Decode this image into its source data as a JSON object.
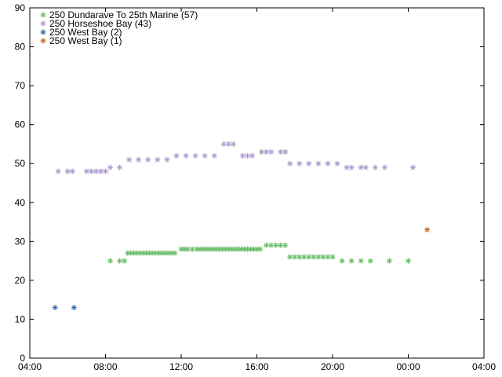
{
  "chart_data": {
    "type": "scatter",
    "title": "",
    "xlabel": "",
    "ylabel": "",
    "grid": false,
    "legend": "top-left",
    "xlim": [
      "04:00",
      "28:00"
    ],
    "ylim": [
      0,
      90
    ],
    "x_ticks": [
      "04:00",
      "08:00",
      "12:00",
      "16:00",
      "20:00",
      "00:00",
      "04:00"
    ],
    "y_ticks": [
      "0",
      "10",
      "20",
      "30",
      "40",
      "50",
      "60",
      "70",
      "80",
      "90"
    ],
    "marker": "asterisk",
    "series": [
      {
        "name": "250 Dundarave To 25th  Marine (57)",
        "color": "#66bb66",
        "points": [
          [
            "08:15",
            25
          ],
          [
            "08:45",
            25
          ],
          [
            "09:00",
            25
          ],
          [
            "09:10",
            27
          ],
          [
            "09:20",
            27
          ],
          [
            "09:30",
            27
          ],
          [
            "09:40",
            27
          ],
          [
            "09:50",
            27
          ],
          [
            "10:00",
            27
          ],
          [
            "10:10",
            27
          ],
          [
            "10:20",
            27
          ],
          [
            "10:30",
            27
          ],
          [
            "10:40",
            27
          ],
          [
            "10:50",
            27
          ],
          [
            "11:00",
            27
          ],
          [
            "11:10",
            27
          ],
          [
            "11:20",
            27
          ],
          [
            "11:30",
            27
          ],
          [
            "11:40",
            27
          ],
          [
            "12:00",
            28
          ],
          [
            "12:10",
            28
          ],
          [
            "12:20",
            28
          ],
          [
            "12:35",
            28
          ],
          [
            "12:50",
            28
          ],
          [
            "13:00",
            28
          ],
          [
            "13:10",
            28
          ],
          [
            "13:20",
            28
          ],
          [
            "13:30",
            28
          ],
          [
            "13:40",
            28
          ],
          [
            "13:50",
            28
          ],
          [
            "14:00",
            28
          ],
          [
            "14:10",
            28
          ],
          [
            "14:20",
            28
          ],
          [
            "14:30",
            28
          ],
          [
            "14:40",
            28
          ],
          [
            "14:50",
            28
          ],
          [
            "15:00",
            28
          ],
          [
            "15:10",
            28
          ],
          [
            "15:20",
            28
          ],
          [
            "15:30",
            28
          ],
          [
            "15:40",
            28
          ],
          [
            "15:50",
            28
          ],
          [
            "16:00",
            28
          ],
          [
            "16:10",
            28
          ],
          [
            "16:30",
            29
          ],
          [
            "16:45",
            29
          ],
          [
            "17:00",
            29
          ],
          [
            "17:15",
            29
          ],
          [
            "17:30",
            29
          ],
          [
            "17:45",
            26
          ],
          [
            "18:00",
            26
          ],
          [
            "18:15",
            26
          ],
          [
            "18:30",
            26
          ],
          [
            "18:45",
            26
          ],
          [
            "19:00",
            26
          ],
          [
            "19:15",
            26
          ],
          [
            "19:30",
            26
          ],
          [
            "19:45",
            26
          ],
          [
            "20:00",
            26
          ]
        ]
      },
      {
        "name": "250 Horseshoe Bay (43)",
        "color": "#aa99cc",
        "points": [
          [
            "05:30",
            48
          ],
          [
            "06:00",
            48
          ],
          [
            "06:15",
            48
          ],
          [
            "07:00",
            48
          ],
          [
            "07:15",
            48
          ],
          [
            "07:30",
            48
          ],
          [
            "07:45",
            48
          ],
          [
            "08:00",
            48
          ],
          [
            "08:15",
            49
          ],
          [
            "08:45",
            49
          ],
          [
            "09:15",
            51
          ],
          [
            "09:45",
            51
          ],
          [
            "10:15",
            51
          ],
          [
            "10:45",
            51
          ],
          [
            "11:15",
            51
          ],
          [
            "11:45",
            52
          ],
          [
            "12:15",
            52
          ],
          [
            "12:45",
            52
          ],
          [
            "13:15",
            52
          ],
          [
            "13:45",
            52
          ],
          [
            "14:15",
            55
          ],
          [
            "14:30",
            55
          ],
          [
            "14:45",
            55
          ],
          [
            "15:15",
            52
          ],
          [
            "15:30",
            52
          ],
          [
            "15:45",
            52
          ],
          [
            "16:15",
            53
          ],
          [
            "16:30",
            53
          ],
          [
            "16:45",
            53
          ],
          [
            "17:15",
            53
          ],
          [
            "17:30",
            53
          ],
          [
            "17:45",
            50
          ],
          [
            "18:15",
            50
          ],
          [
            "18:45",
            50
          ],
          [
            "19:15",
            50
          ],
          [
            "19:45",
            50
          ],
          [
            "20:15",
            50
          ],
          [
            "20:45",
            49
          ],
          [
            "21:00",
            49
          ],
          [
            "21:30",
            49
          ],
          [
            "21:45",
            49
          ],
          [
            "22:15",
            49
          ],
          [
            "22:45",
            49
          ]
        ]
      },
      {
        "name": "250 West Bay (2)",
        "color": "#3366aa",
        "points": [
          [
            "05:20",
            13
          ],
          [
            "06:20",
            13
          ]
        ]
      },
      {
        "name": "250 West Bay (1)",
        "color": "#cc6622",
        "points": [
          [
            "25:00",
            33
          ]
        ]
      }
    ]
  },
  "extra_points": {
    "series_0_tail": [
      [
        "20:30",
        25
      ],
      [
        "21:00",
        25
      ],
      [
        "21:30",
        25
      ],
      [
        "22:00",
        25
      ],
      [
        "23:00",
        25
      ],
      [
        "24:00",
        25
      ]
    ],
    "series_1_tail": [
      [
        "24:15",
        49
      ]
    ]
  }
}
